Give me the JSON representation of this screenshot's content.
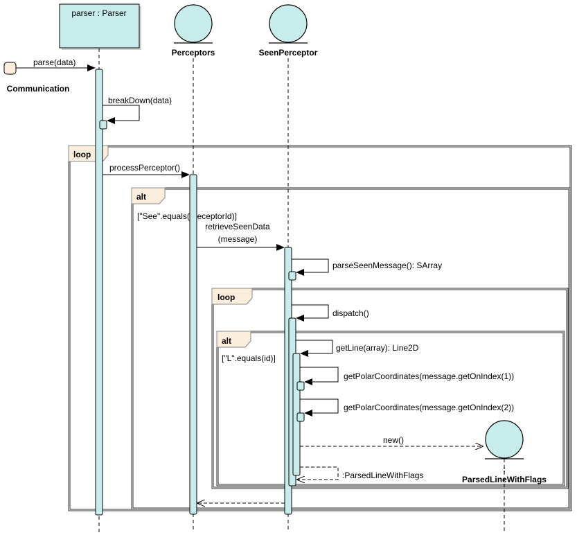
{
  "participants": {
    "parser": "parser : Parser",
    "perceptors": "Perceptors",
    "seen": "SeenPerceptor",
    "communication": "Communication",
    "parsed": "ParsedLineWithFlags",
    "parsed_prefix": ":"
  },
  "messages": {
    "parse": "parse(data)",
    "breakdown": "breakDown(data)",
    "process": "processPerceptor()",
    "retrieve1": "retrieveSeenData",
    "retrieve2": "(message)",
    "parse_seen": "parseSeenMessage(): SArray",
    "dispatch": "dispatch()",
    "getline": "getLine(array): Line2D",
    "polar1": "getPolarCoordinates(message.getOnIndex(1))",
    "polar2": "getPolarCoordinates(message.getOnIndex(2))",
    "new": "new()",
    "return_parsed": ":ParsedLineWithFlags"
  },
  "fragments": {
    "loop1": "loop",
    "alt1": "alt",
    "alt1_guard": "[\"See\".equals(preceptorId)]",
    "loop2": "loop",
    "alt2": "alt",
    "alt2_guard": "[\"L\".equals(id)]"
  },
  "colors": {
    "lifeline_fill": "#c8ecec",
    "fragment_tab": "#fbeedd"
  }
}
